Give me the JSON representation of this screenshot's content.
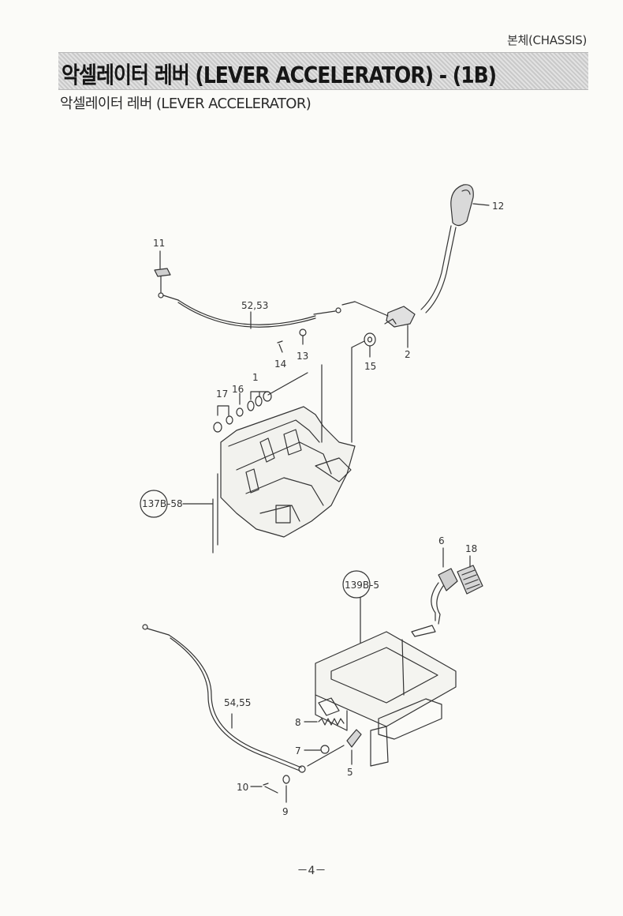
{
  "header": {
    "section": "본체(CHASSIS)",
    "title": "악셀레이터 레버  (LEVER ACCELERATOR) - (1B)",
    "subtitle": "악셀레이터 레버 (LEVER ACCELERATOR)"
  },
  "callouts": {
    "c11": "11",
    "c12": "12",
    "c52_53": "52,53",
    "c2": "2",
    "c13": "13",
    "c14": "14",
    "c15": "15",
    "c1": "1",
    "c16": "16",
    "c17": "17",
    "ref137b": "137B",
    "ref137b_suffix": "-58",
    "ref139b": "139B",
    "ref139b_suffix": "-5",
    "c6": "6",
    "c18": "18",
    "c54_55": "54,55",
    "c8": "8",
    "c7": "7",
    "c5": "5",
    "c10": "10",
    "c9": "9"
  },
  "footer": {
    "page": "－4－"
  }
}
